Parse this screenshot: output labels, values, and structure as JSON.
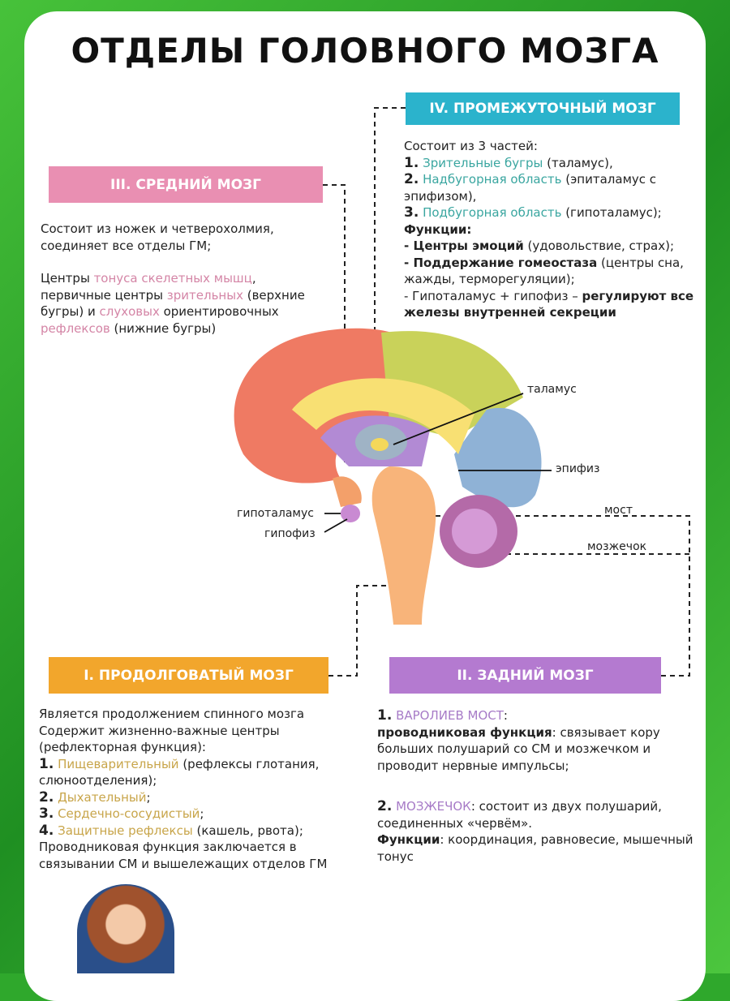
{
  "title": "ОТДЕЛЫ ГОЛОВНОГО МОЗГА",
  "colors": {
    "diencephalon": "#2bb3cc",
    "midbrain": "#e98fb2",
    "medulla": "#f2a62c",
    "hindbrain": "#b47ad0",
    "background": "#2fa82c"
  },
  "diencephalon": {
    "heading": "IV. ПРОМЕЖУТОЧНЫЙ МОЗГ",
    "intro": "Состоит из 3 частей:",
    "parts": [
      {
        "n": "1.",
        "term": "Зрительные бугры",
        "rest": " (таламус),"
      },
      {
        "n": "2.",
        "term": "Надбугорная область",
        "rest": " (эпиталамус с эпифизом),"
      },
      {
        "n": "3.",
        "term": "Подбугорная область",
        "rest": " (гипоталамус);"
      }
    ],
    "functions_label": "Функции:",
    "f1_bold": "- Центры эмоций",
    "f1_rest": " (удовольствие, страх);",
    "f2_bold": "- Поддержание гомеостаза",
    "f2_rest": " (центры сна, жажды, терморегуляции);",
    "f3_rest": "- Гипоталамус + гипофиз – ",
    "f3_bold": "регулируют все железы внутренней секреции"
  },
  "midbrain": {
    "heading": "III. СРЕДНИЙ МОЗГ",
    "p1": "Состоит из ножек и четверохолмия, соединяет все отделы ГМ;",
    "p2a": "Центры ",
    "p2b": "тонуса скелетных мышц",
    "p2c": ", первичные центры ",
    "p2d": "зрительных",
    "p2e": " (верхние бугры) и ",
    "p2f": "слуховых",
    "p2g": " ориентировочных ",
    "p2h": "рефлексов",
    "p2i": " (нижние бугры)"
  },
  "medulla": {
    "heading": "I. ПРОДОЛГОВАТЫЙ МОЗГ",
    "intro": "Является продолжением спинного мозга Содержит жизненно-важные центры (рефлекторная функция):",
    "items": [
      {
        "n": "1.",
        "term": "Пищеварительный",
        "rest": " (рефлексы глотания, слюноотделения);"
      },
      {
        "n": "2.",
        "term": "Дыхательный",
        "rest": ";"
      },
      {
        "n": "3.",
        "term": "Сердечно-сосудистый",
        "rest": ";"
      },
      {
        "n": "4.",
        "term": "Защитные рефлексы",
        "rest": " (кашель, рвота);"
      }
    ],
    "outro": "Проводниковая функция заключается в связывании СМ и вышележащих отделов ГМ"
  },
  "hindbrain": {
    "heading": "II. ЗАДНИЙ МОЗГ",
    "pons_n": "1.",
    "pons_term": "ВАРОЛИЕВ МОСТ",
    ":": ":",
    "pons_bold": "проводниковая функция",
    "pons_rest": ": связывает кору больших полушарий со СМ и мозжечком и проводит нервные импульсы;",
    "cb_n": "2.",
    "cb_term": "МОЗЖЕЧОК",
    "cb_rest": ": состоит из двух полушарий, соединенных «червём».",
    "cb_func_bold": "Функции",
    "cb_func_rest": ": координация, равновесие, мышечный тонус"
  },
  "labels": {
    "thalamus": "таламус",
    "epiphysis": "эпифиз",
    "pons": "мост",
    "cerebellum": "мозжечок",
    "hypothalamus": "гипоталамус",
    "hypophysis": "гипофиз"
  }
}
